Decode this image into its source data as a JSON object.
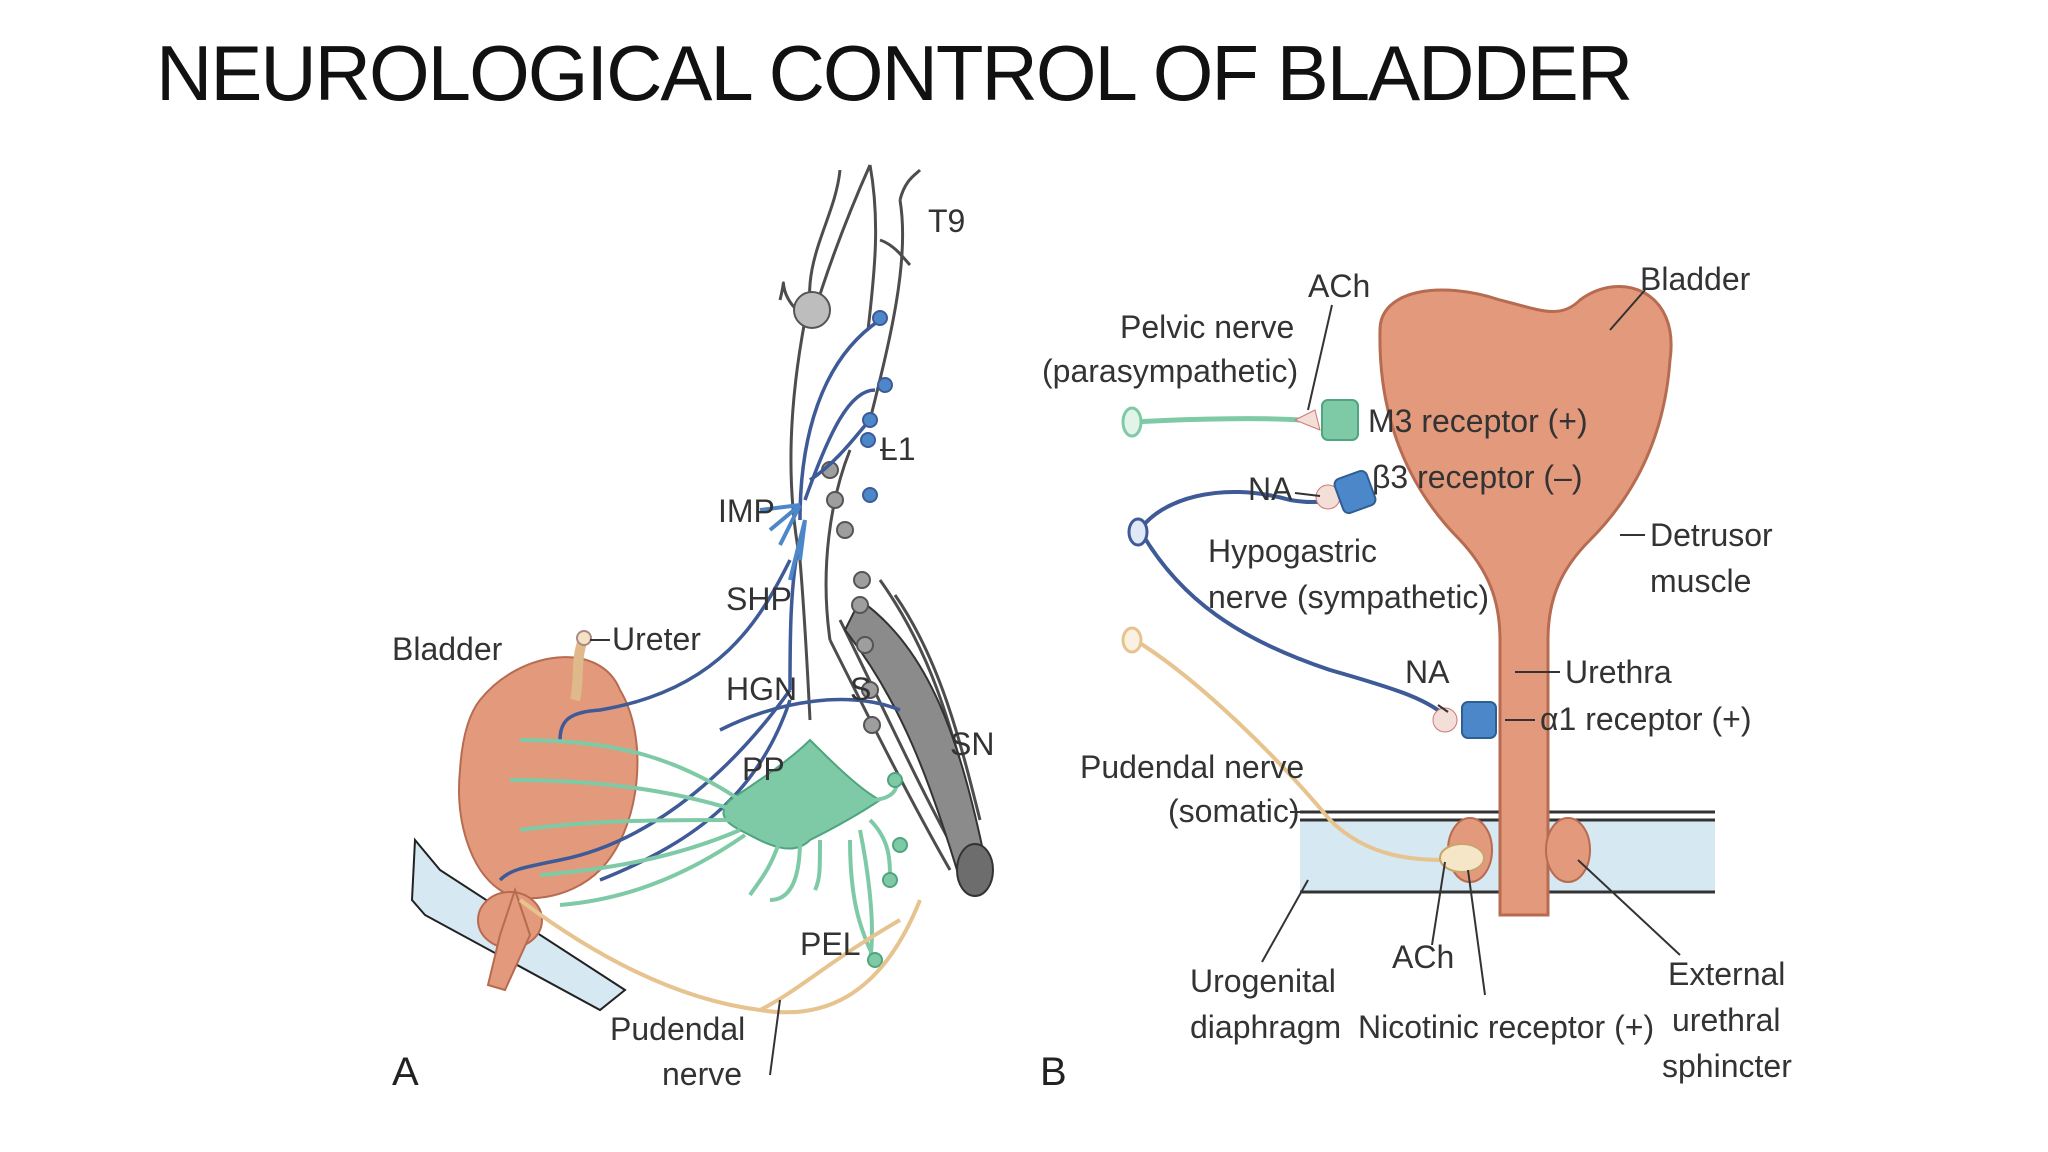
{
  "title": "NEUROLOGICAL CONTROL OF BLADDER",
  "colors": {
    "bladder": "#e39a7c",
    "parasympathetic": "#7fcaa6",
    "sympathetic": "#3e5a97",
    "receptor_blue": "#4c88c9",
    "somatic": "#e6c38f",
    "spinal": "#4d4d4d",
    "diaphragm": "#d6e8f2"
  },
  "panel_a": {
    "letter": "A",
    "labels": {
      "t9": "T9",
      "l1": "L1",
      "imp": "IMP",
      "shp": "SHP",
      "hgn": "HGN",
      "s": "S",
      "sn": "SN",
      "pp": "PP",
      "pel": "PEL",
      "bladder": "Bladder",
      "ureter": "Ureter",
      "pudendal_1": "Pudendal",
      "pudendal_2": "nerve"
    }
  },
  "panel_b": {
    "letter": "B",
    "labels": {
      "ach_top": "ACh",
      "bladder": "Bladder",
      "pelvic_1": "Pelvic nerve",
      "pelvic_2": "(parasympathetic)",
      "m3": "M3 receptor (+)",
      "na_top": "NA",
      "b3": "β3 receptor (–)",
      "hypogastric_1": "Hypogastric",
      "hypogastric_2": "nerve (sympathetic)",
      "detrusor_1": "Detrusor",
      "detrusor_2": "muscle",
      "na_mid": "NA",
      "urethra": "Urethra",
      "a1": "α1 receptor (+)",
      "pudendal_1": "Pudendal nerve",
      "pudendal_2": "(somatic)",
      "urogenital_1": "Urogenital",
      "urogenital_2": "diaphragm",
      "ach_bottom": "ACh",
      "nicotinic": "Nicotinic receptor (+)",
      "external_1": "External",
      "external_2": "urethral",
      "external_3": "sphincter"
    }
  }
}
